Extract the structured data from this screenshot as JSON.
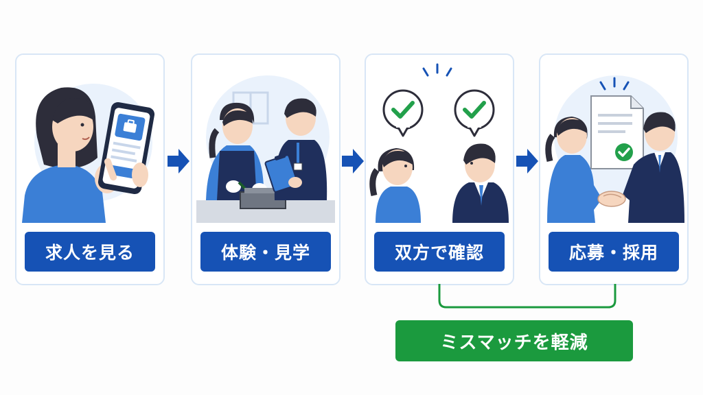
{
  "steps": [
    {
      "label": "求人を見る"
    },
    {
      "label": "体験・見学"
    },
    {
      "label": "双方で確認"
    },
    {
      "label": "応募・採用"
    }
  ],
  "result": {
    "label": "ミスマッチを軽減"
  },
  "colors": {
    "primary_blue": "#1652b5",
    "card_border": "#d8e6f6",
    "circle_bg": "#eaf2fc",
    "success_green": "#1b9a3e",
    "check_green": "#22a04b",
    "suit_navy": "#1f2f5c",
    "shirt_blue": "#3b7fd6"
  },
  "icons": [
    "smartphone-icon",
    "briefcase-icon",
    "clipboard-icon",
    "toolbox-icon",
    "check-bubble-icon",
    "document-icon",
    "handshake-icon",
    "arrow-right-icon"
  ]
}
